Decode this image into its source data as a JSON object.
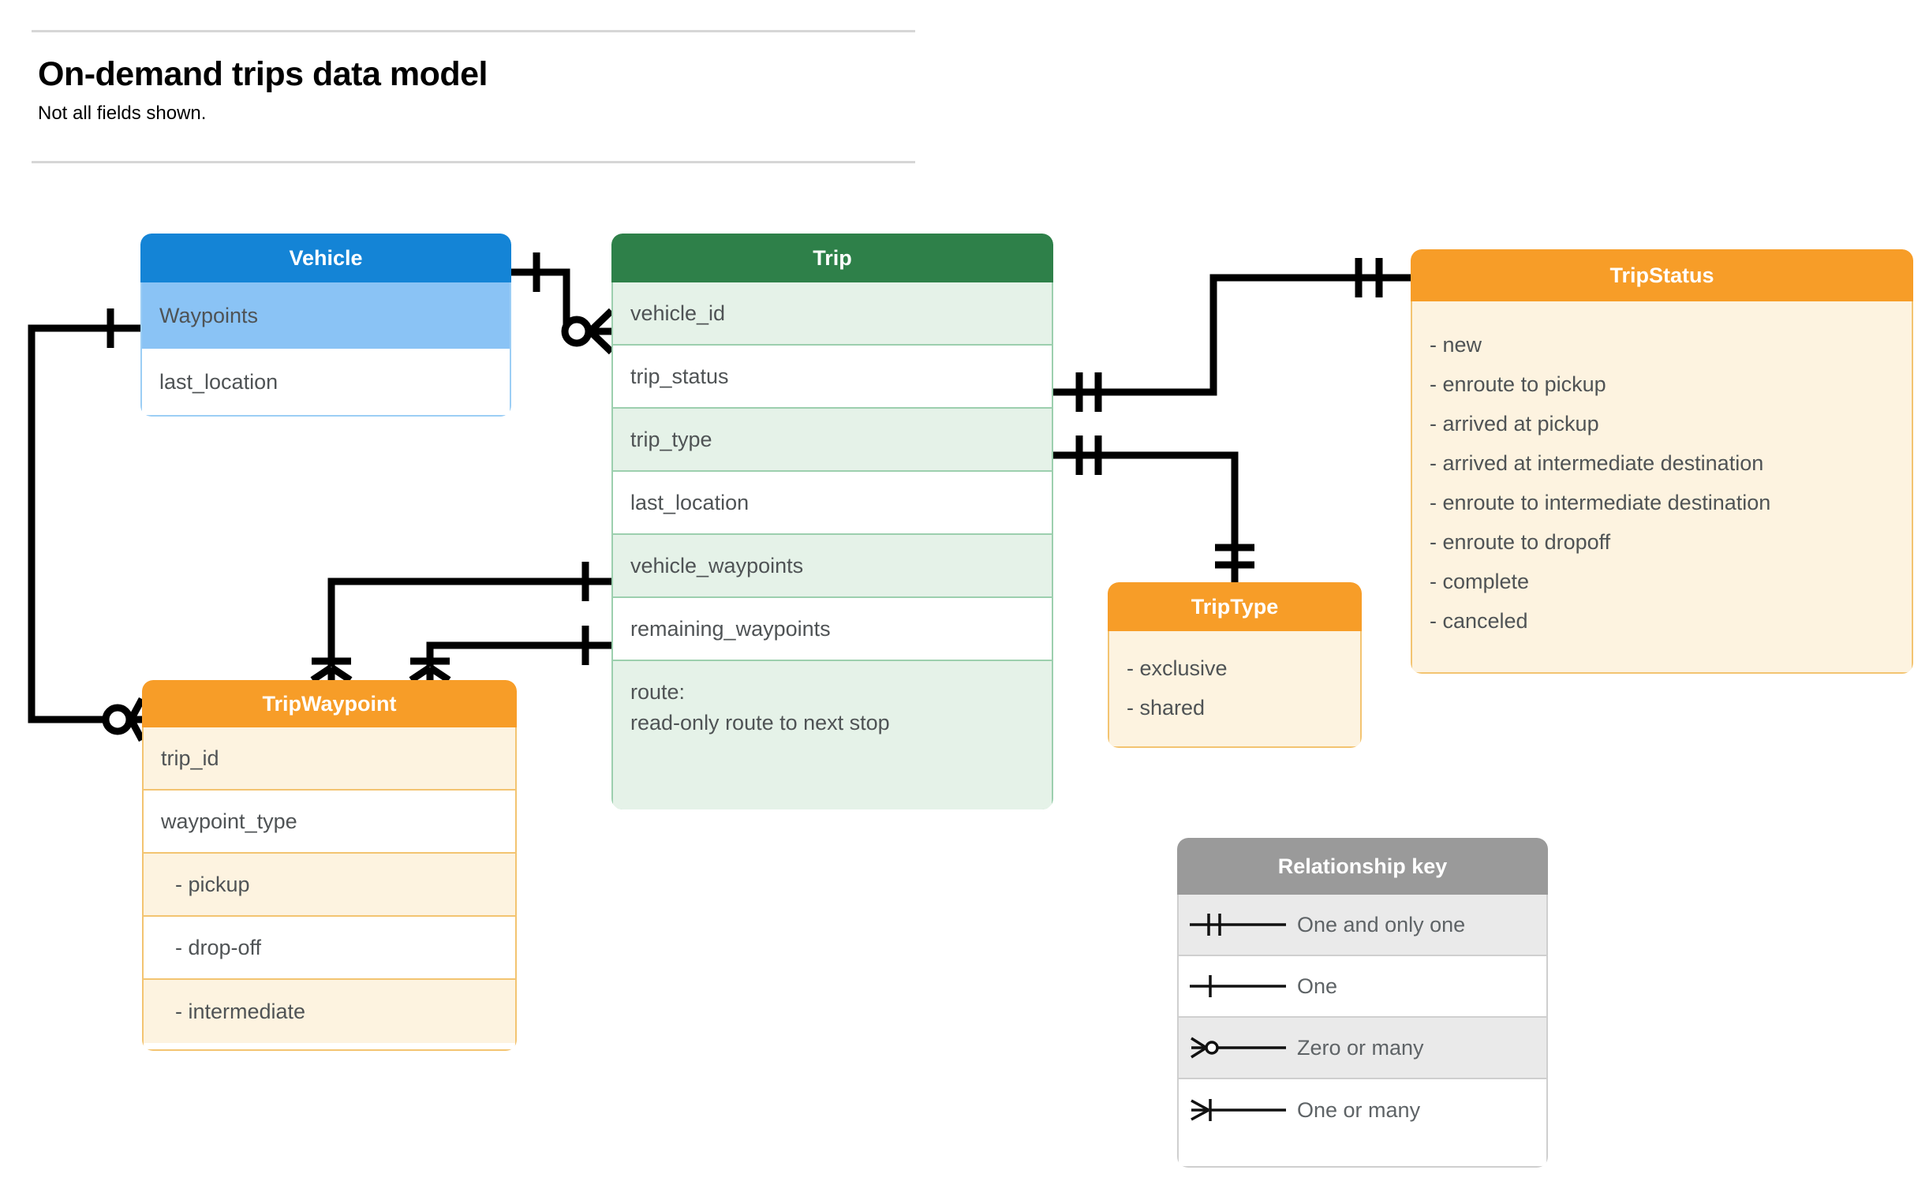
{
  "header": {
    "title": "On-demand trips data model",
    "subtitle": "Not all fields shown."
  },
  "entities": {
    "vehicle": {
      "name": "Vehicle",
      "color": "#1484D6",
      "fields": [
        {
          "label": "Waypoints"
        },
        {
          "label": "last_location"
        }
      ]
    },
    "trip": {
      "name": "Trip",
      "color": "#2E8049",
      "fields": [
        {
          "label": "vehicle_id"
        },
        {
          "label": "trip_status"
        },
        {
          "label": "trip_type"
        },
        {
          "label": "last_location"
        },
        {
          "label": "vehicle_waypoints"
        },
        {
          "label": "remaining_waypoints"
        },
        {
          "label": "route:",
          "label2": "read-only route to next stop"
        }
      ]
    },
    "trip_status": {
      "name": "TripStatus",
      "color": "#F79D28",
      "values": [
        "- new",
        "- enroute to pickup",
        "- arrived at pickup",
        "- arrived at intermediate destination",
        "- enroute to intermediate destination",
        "- enroute to dropoff",
        "- complete",
        "- canceled"
      ]
    },
    "trip_type": {
      "name": "TripType",
      "color": "#F79D28",
      "values": [
        "- exclusive",
        "- shared"
      ]
    },
    "trip_waypoint": {
      "name": "TripWaypoint",
      "color": "#F79D28",
      "fields": [
        {
          "label": "trip_id"
        },
        {
          "label": "waypoint_type"
        },
        {
          "label": "-  pickup"
        },
        {
          "label": "-  drop-off"
        },
        {
          "label": "-  intermediate"
        }
      ]
    }
  },
  "legend": {
    "title": "Relationship key",
    "rows": [
      {
        "symbol": "one-and-only-one-icon",
        "label": "One and only one"
      },
      {
        "symbol": "one-icon",
        "label": "One"
      },
      {
        "symbol": "zero-or-many-icon",
        "label": "Zero or many"
      },
      {
        "symbol": "one-or-many-icon",
        "label": "One or many"
      }
    ]
  },
  "relationships": [
    {
      "from": "Vehicle",
      "to": "Trip.vehicle_id",
      "from_cardinality": "One",
      "to_cardinality": "Zero or many"
    },
    {
      "from": "Vehicle.Waypoints",
      "to": "TripWaypoint",
      "from_cardinality": "One",
      "to_cardinality": "Zero or many"
    },
    {
      "from": "Trip.trip_status",
      "to": "TripStatus",
      "from_cardinality": "One and only one",
      "to_cardinality": "One and only one"
    },
    {
      "from": "Trip.trip_type",
      "to": "TripType",
      "from_cardinality": "One and only one",
      "to_cardinality": "One and only one"
    },
    {
      "from": "Trip.vehicle_waypoints",
      "to": "TripWaypoint",
      "from_cardinality": "One",
      "to_cardinality": "One or many"
    },
    {
      "from": "Trip.remaining_waypoints",
      "to": "TripWaypoint",
      "from_cardinality": "One",
      "to_cardinality": "One or many"
    }
  ]
}
